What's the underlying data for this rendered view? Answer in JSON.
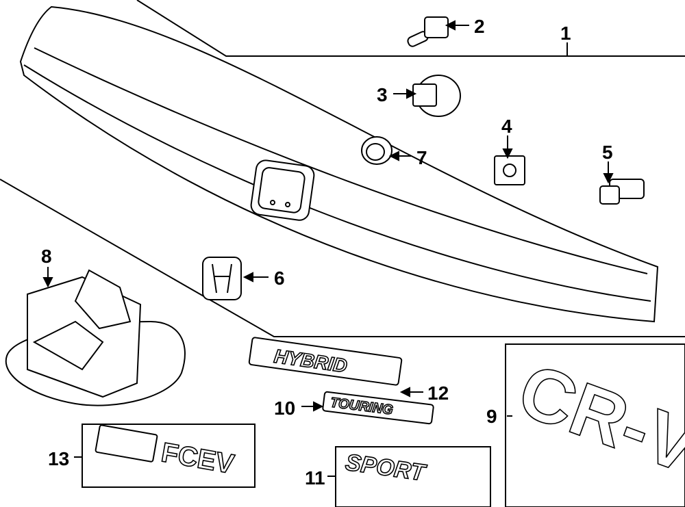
{
  "diagram": {
    "callouts": [
      {
        "id": "1",
        "label": "1"
      },
      {
        "id": "2",
        "label": "2"
      },
      {
        "id": "3",
        "label": "3"
      },
      {
        "id": "4",
        "label": "4"
      },
      {
        "id": "5",
        "label": "5"
      },
      {
        "id": "6",
        "label": "6"
      },
      {
        "id": "7",
        "label": "7"
      },
      {
        "id": "8",
        "label": "8"
      },
      {
        "id": "9",
        "label": "9"
      },
      {
        "id": "10",
        "label": "10"
      },
      {
        "id": "11",
        "label": "11"
      },
      {
        "id": "12",
        "label": "12"
      },
      {
        "id": "13",
        "label": "13"
      }
    ],
    "emblems": {
      "hybrid": "HYBRID",
      "touring": "TOURING",
      "sport": "SPORT",
      "crv": "CR-V",
      "fcev": "FCEV"
    }
  }
}
